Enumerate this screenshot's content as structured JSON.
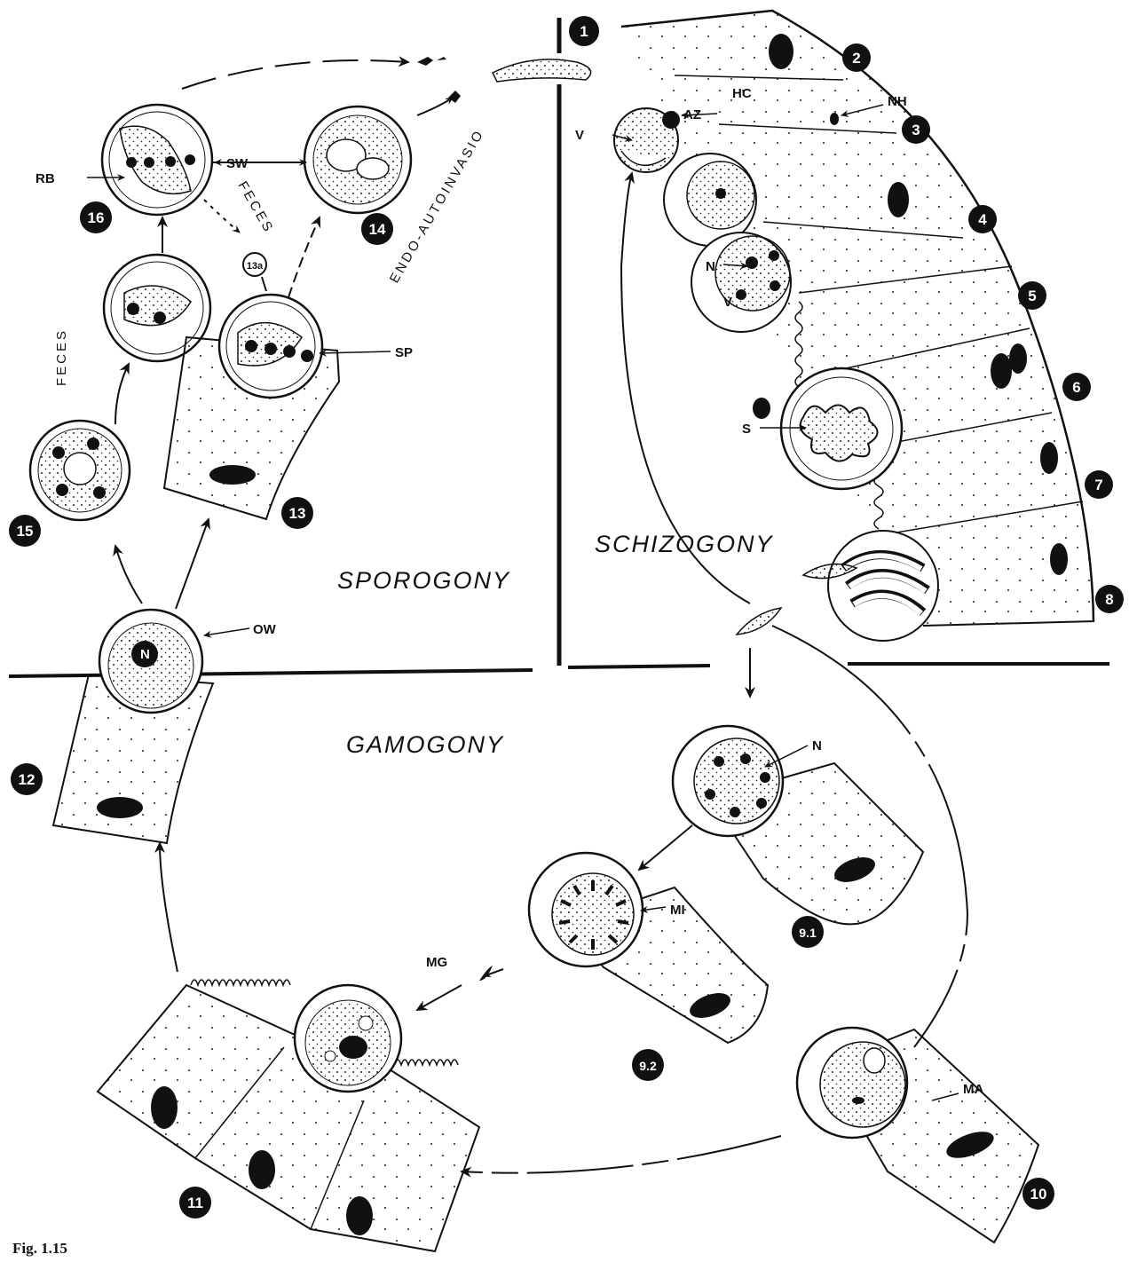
{
  "diagram": {
    "phases": {
      "sporogony": "SPOROGONY",
      "schizogony": "SCHIZOGONY",
      "gamogony": "GAMOGONY"
    },
    "side_labels": {
      "feces_left": "FECES",
      "feces_mid": "FECES",
      "endo": "ENDO-AUTOINVASIO"
    },
    "stage_numbers": {
      "s1": "1",
      "s2": "2",
      "s3": "3",
      "s4": "4",
      "s5": "5",
      "s6": "6",
      "s7": "7",
      "s8": "8",
      "s9_1": "9.1",
      "s9_2": "9.2",
      "s10": "10",
      "s11": "11",
      "s12": "12",
      "s13": "13",
      "s13a": "13a",
      "s14": "14",
      "s15": "15",
      "s16": "16"
    },
    "labels": {
      "hc": "HC",
      "az": "AZ",
      "nh": "NH",
      "v1": "V",
      "n1": "N",
      "v2": "V",
      "s": "S",
      "rb": "RB",
      "sw": "SW",
      "sp": "SP",
      "ow": "OW",
      "n_oocyst": "N",
      "n_macro": "N",
      "mi": "MI",
      "mg": "MG",
      "ma": "MA"
    },
    "caption": "Fig. 1.15"
  }
}
